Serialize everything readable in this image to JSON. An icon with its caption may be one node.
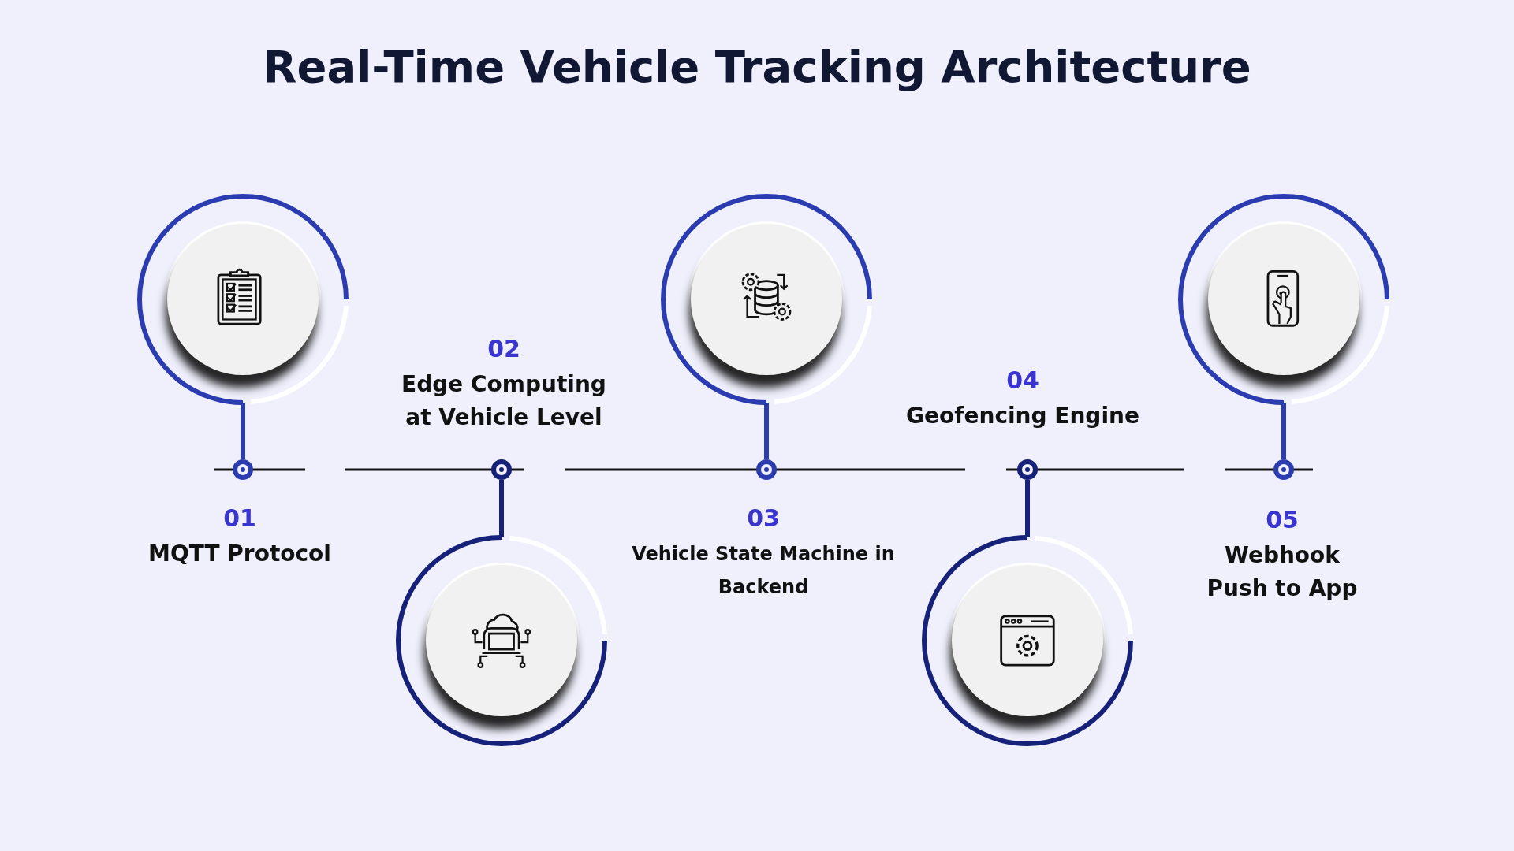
{
  "diagram": {
    "title": "Real-Time Vehicle Tracking Architecture",
    "nodes": [
      {
        "text": [],
        "shape": "circle"
      },
      {
        "text": [],
        "shape": "circle"
      },
      {
        "text": [],
        "shape": "circle"
      },
      {
        "text": [],
        "shape": "circle"
      },
      {
        "text": [],
        "shape": "circle"
      },
      {
        "text": [],
        "shape": "circle",
        "beside": [
          "01",
          "MQTT Protocol"
        ]
      },
      {
        "text": [],
        "shape": "circle",
        "beside": [
          "02",
          "Edge Computing at Vehicle Level"
        ]
      },
      {
        "text": [],
        "shape": "circle",
        "beside": [
          "03",
          "Vehicle State Machine in Backend"
        ]
      },
      {
        "text": [],
        "shape": "circle",
        "beside": [
          "04",
          "Geofencing Engine"
        ]
      },
      {
        "text": [],
        "shape": "circle",
        "beside": [
          "05",
          "Webhook Push to App"
        ]
      }
    ],
    "edges": [
      {
        "from": 0,
        "to": 5,
        "arrow": "none"
      },
      {
        "from": 1,
        "to": 6,
        "arrow": "none"
      },
      {
        "from": 2,
        "to": 7,
        "arrow": "none"
      },
      {
        "from": 3,
        "to": 8,
        "arrow": "none"
      },
      {
        "from": 4,
        "to": 9,
        "arrow": "none",
        "color": "#2a3cb0"
      }
    ]
  }
}
